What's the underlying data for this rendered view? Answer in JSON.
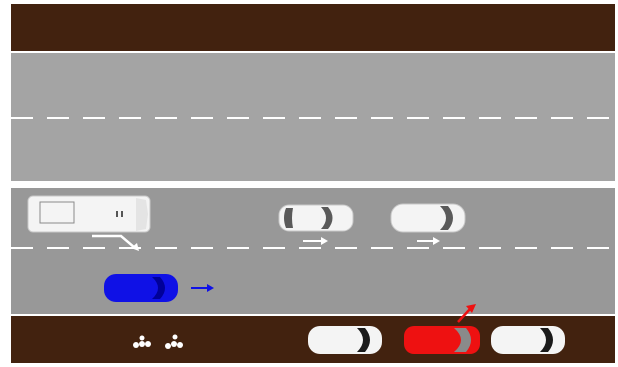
{
  "scene": {
    "colors": {
      "frame": "#ffffff",
      "curb": "#42220f",
      "road": "#989898",
      "road_light": "#a4a4a4",
      "lane_marking": "#ffffff",
      "ego_car": "#0f11e6",
      "highlight_car": "#ee1111",
      "white_vehicle": "#f4f4f4",
      "pedestrian": "#ffffff"
    },
    "roads": [
      {
        "name": "upper-road",
        "lanes": 2,
        "direction": "leftward",
        "lane_divider": "dashed"
      },
      {
        "name": "lower-road",
        "lanes": 2,
        "direction": "rightward",
        "lane_divider": "dashed"
      }
    ],
    "median": "double-solid-white",
    "vehicles": [
      {
        "id": "truck",
        "type": "truck",
        "color": "white",
        "lane": "lower-road-lane-1",
        "cue": "lane-change-right"
      },
      {
        "id": "white-car-1",
        "type": "car",
        "color": "white",
        "lane": "lower-road-lane-1",
        "cue": "straight-arrow"
      },
      {
        "id": "white-car-2",
        "type": "car",
        "color": "white",
        "lane": "lower-road-lane-1",
        "cue": "straight-arrow"
      },
      {
        "id": "ego-car",
        "type": "car",
        "color": "blue",
        "lane": "lower-road-lane-2",
        "cue": "straight-arrow"
      },
      {
        "id": "parked-car-1",
        "type": "car",
        "color": "white",
        "lane": "parking-strip"
      },
      {
        "id": "parked-red-car",
        "type": "car",
        "color": "red",
        "lane": "parking-strip",
        "cue": "pull-out-up-right"
      },
      {
        "id": "parked-car-3",
        "type": "car",
        "color": "white",
        "lane": "parking-strip"
      }
    ],
    "pedestrians": [
      {
        "id": "pedestrian-1",
        "location": "sidewalk"
      },
      {
        "id": "pedestrian-2",
        "location": "sidewalk"
      }
    ]
  }
}
